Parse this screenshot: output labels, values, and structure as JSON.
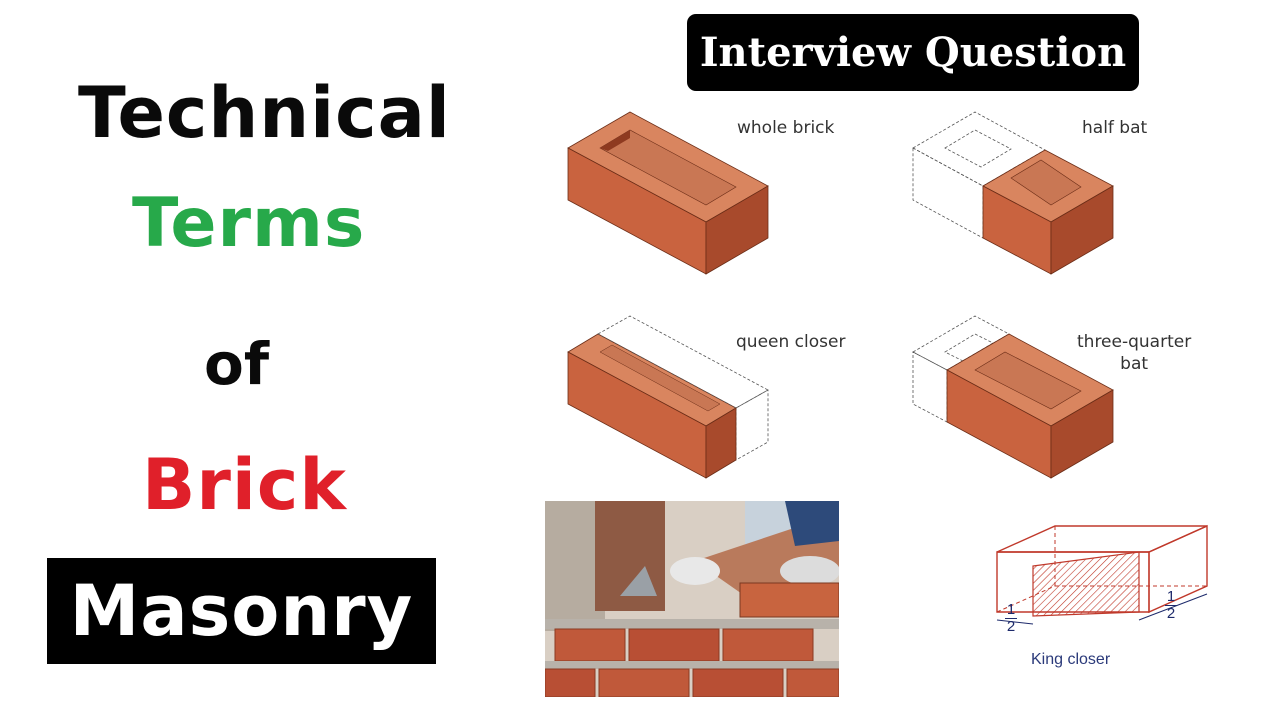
{
  "title": {
    "line1": "Technical",
    "line2": "Terms",
    "line3": "of",
    "line4": "Brick",
    "line5": "Masonry",
    "colors": {
      "terms": "#27a94a",
      "brick": "#e0202a"
    }
  },
  "badge": {
    "text": "Interview Question"
  },
  "bricks": {
    "whole": "whole brick",
    "half": "half bat",
    "queen": "queen closer",
    "three_quarter_line1": "three-quarter",
    "three_quarter_line2": "bat"
  },
  "king_closer": {
    "label": "King closer",
    "left_fraction_num": "1",
    "left_fraction_den": "2",
    "right_fraction_num": "1",
    "right_fraction_den": "2"
  },
  "colors": {
    "brick_face": "#c9633f",
    "brick_top": "#d9855f",
    "brick_side": "#a84a2c"
  },
  "icons": {
    "photo": "bricklayer-photo-icon"
  }
}
